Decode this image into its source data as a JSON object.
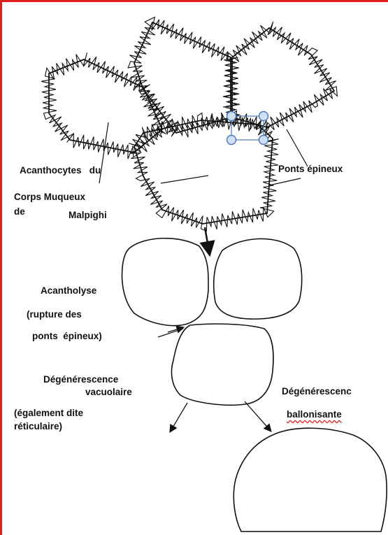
{
  "colors": {
    "frame": "#e02020",
    "outline": "#111111",
    "selection_handles": "#4a78b8",
    "spellcheck_underline": "#e03030"
  },
  "labels": {
    "acanthocytes_line1": "Acanthocytes   du",
    "acanthocytes_line2": "Corps Muqueux",
    "acanthocytes_line3": "de",
    "acanthocytes_line4": "Malpighi",
    "ponts_epineux": "Ponts épineux",
    "acantholyse_line1": "Acantholyse",
    "acantholyse_line2": "(rupture des",
    "acantholyse_line3": "ponts  épineux)",
    "degen_vac_line1": "Dégénérescence",
    "degen_vac_line2": "vacuolaire",
    "degen_vac_line3": "(également dite",
    "degen_vac_line4": "réticulaire)",
    "degen_ball_line1": "Dégénérescenc",
    "degen_ball_line2": "ballonisante"
  },
  "icons": {
    "selection": "selection-handles-icon",
    "arrows": "arrow-icon"
  }
}
